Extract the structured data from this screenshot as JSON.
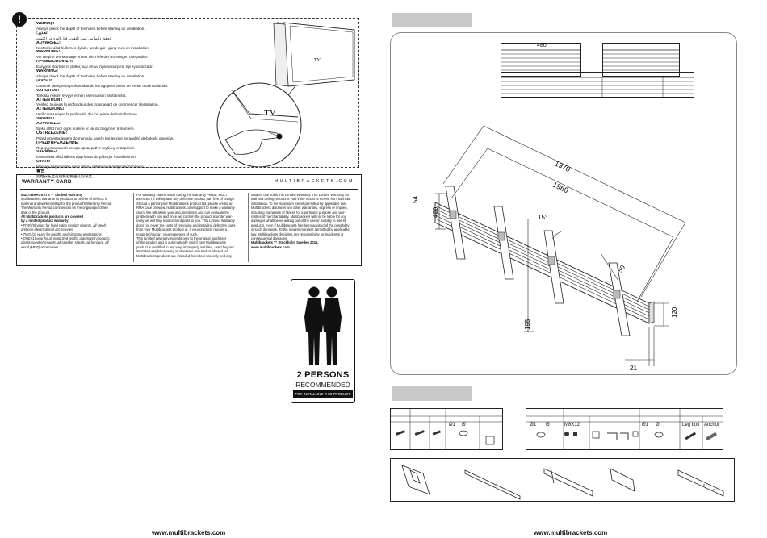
{
  "warning": {
    "badge": "!",
    "lines": [
      {
        "t": "Warning!",
        "h": true
      },
      {
        "t": "Always check the depth of the holes before starting an installation.",
        "h": false
      },
      {
        "t": "!تحذير",
        "h": true
      },
      {
        "t": "تحقق دائما من عمق الثقوب قبل البدء في التثبيت.",
        "h": false
      },
      {
        "t": "ADVARSEL!",
        "h": true
      },
      {
        "t": "Kontroller altid hullernes dybde, før du går i gang med en installation.",
        "h": false
      },
      {
        "t": "WARNUNG!",
        "h": true
      },
      {
        "t": "Vor Beginn der Montage immer die Tiefe der Bohrungen überprüfen.",
        "h": false
      },
      {
        "t": "ΠΡΟΕΙΔΟΠΟΙΗΣΗ!",
        "h": true
      },
      {
        "t": "Ελέγχετε πάντοτε το βάθος των οπών πριν ξεκινήσετε την εγκατάσταση.",
        "h": false
      },
      {
        "t": "WARNING!",
        "h": true
      },
      {
        "t": "Always check the depth of the holes before starting an installation.",
        "h": false
      },
      {
        "t": "¡AVISO!",
        "h": true
      },
      {
        "t": "Controle siempre la profundidad de los agujeros antes de iniciar una instalación.",
        "h": false
      },
      {
        "t": "VAROITUS!",
        "h": true
      },
      {
        "t": "Tarkista reikien syvyys ennen asennuksen aloittamista.",
        "h": false
      },
      {
        "t": "ATTENTION !",
        "h": true
      },
      {
        "t": "Vérifiez toujours la profondeur des trous avant de commencer l'installation.",
        "h": false
      },
      {
        "t": "ATTENZIONE!",
        "h": true
      },
      {
        "t": "Verificare sempre la profondità dei fori prima dell'installazione.",
        "h": false
      },
      {
        "t": "Varoitus!",
        "h": true
      },
      {
        "t": "",
        "h": false
      },
      {
        "t": "ADVARSEL!",
        "h": true
      },
      {
        "t": "Sjekk alltid hvor dype hullene er før du begynner å montere.",
        "h": false
      },
      {
        "t": "OSTRZEŻENIE!",
        "h": true
      },
      {
        "t": "Przed przystąpieniem do montażu należy koniecznie sprawdzić głębokość otworów.",
        "h": false
      },
      {
        "t": "ПРЕДУПРЕЖДЕНИЕ!",
        "h": true
      },
      {
        "t": "Перед установкой всегда проверяйте глубину отверстий.",
        "h": false
      },
      {
        "t": "VARNING!",
        "h": true
      },
      {
        "t": "Kontrollera alltid hålens djup innan du påbörjar installationen.",
        "h": false
      },
      {
        "t": "UYARI!",
        "h": true
      },
      {
        "t": "Montaja başlamadan önce daima deliklerin derinliğini kontrol edin.",
        "h": false
      },
      {
        "t": "警告",
        "h": true
      },
      {
        "t": "開始安裝之前請務必檢查孔的深度。",
        "h": false
      }
    ],
    "tv_label_1": "TV",
    "tv_label_2": "TV"
  },
  "warranty": {
    "title": "WARRANTY CARD",
    "site": "MULTIBRACKETS.COM",
    "col1": [
      {
        "t": "MULTIBRACKETS ™ Limited Warranty",
        "c": "b"
      },
      {
        "t": "Multibrackets warrants its products to be free of defects in",
        "c": ""
      },
      {
        "t": "material and workmanship for the product's Warranty Period.",
        "c": ""
      },
      {
        "t": "The Warranty Period commences on the original purchase",
        "c": ""
      },
      {
        "t": "date of the product.",
        "c": ""
      },
      {
        "t": " ",
        "c": ""
      },
      {
        "t": "All Multibrackets products are covered",
        "c": "b"
      },
      {
        "t": "by a limited product warranty:",
        "c": "b"
      },
      {
        "t": "• FIVE (5) years for fixed video monitor mounts, all steels",
        "c": "it"
      },
      {
        "t": "and non-electrical tool accessories",
        "c": "it"
      },
      {
        "t": "• TWO (2) years for gaslifts and sit-stand workstations",
        "c": "it"
      },
      {
        "t": "• ONE (1) year for all motorized and/or automated products,",
        "c": "it"
      },
      {
        "t": "plastic speaker mounts, all speaker stands, all furniture, all",
        "c": "it"
      },
      {
        "t": "wood (MDF) accessories",
        "c": "it"
      }
    ],
    "col2": [
      "For warranty claims made during the Warranty Period, MULTI",
      "BRACKETS will replace any defective product part free of charge.",
      "Should a part of your Multibrackets product fail, please create an",
      "RMA case on www.multibrackets.com/support to make a warranty",
      "claim. We will assist your documentation and can evaluate the",
      "problem with you and once we confirm the product is under war-",
      "ranty we will ship replacement parts to you. This Limited Warranty",
      "does not cover the costs of removing and installing defective parts",
      "from your Multibrackets product or, if your products require a",
      "repair technician, your expenses of such.",
      "     This Limited Warranty extends only to the original purchaser",
      "of the product and is automatically void if your Multibrackets",
      "product is modified in any way, improperly installed, used beyond",
      "its stated weight capacity or otherwise misused or abused. All",
      "Multibrackets products are intended for indoor use only and any"
    ],
    "col3": [
      {
        "t": "outdoor use voids this Limited Warranty. The Limited Warranty for",
        "c": ""
      },
      {
        "t": "wall and ceiling mounts is void if the mount is moved from its initial",
        "c": ""
      },
      {
        "t": "installation. To the maximum extent permitted by applicable law,",
        "c": ""
      },
      {
        "t": "Multibrackets disclaims any other warranties, express or implied,",
        "c": ""
      },
      {
        "t": "including warranties of fitness for a particular purpose and war-",
        "c": ""
      },
      {
        "t": "ranties of merchantability. Multibrackets will not be liable for any",
        "c": ""
      },
      {
        "t": "damages whatsoever arising out of the use or inability to use its",
        "c": ""
      },
      {
        "t": "products, even if Multibrackets has been advised of the possibility",
        "c": ""
      },
      {
        "t": "of such damages. To the maximum extent permitted by applicable",
        "c": ""
      },
      {
        "t": "law, Multibrackets disclaims any responsibility for incidental or",
        "c": ""
      },
      {
        "t": "consequential damages.",
        "c": ""
      },
      {
        "t": " ",
        "c": ""
      },
      {
        "t": "Multibrackets ™ Stockholm Sweden 2016.",
        "c": "b"
      },
      {
        "t": "www.multibrackets.com",
        "c": "b"
      }
    ]
  },
  "persons": {
    "big": "2 PERSONS",
    "rec": "RECOMMENDED",
    "bar": "FOR INSTALLING THIS PRODUCT."
  },
  "footer_left": "www.multibrackets.com",
  "footer_right": "www.multibrackets.com",
  "spec_table_header": "480",
  "dimensions": {
    "d54": "54",
    "d1970": "1970",
    "d1960": "1960",
    "d400": "400",
    "angle": "15°",
    "d50": "50",
    "d195": "195",
    "d120": "120",
    "d21": "21"
  },
  "kit_left": [
    "Ø1",
    "Ø"
  ],
  "kit_right": [
    "Ø1",
    "Ø",
    "M8X12",
    "Ø1",
    "Ø",
    "Leg bolt",
    "Anchor"
  ]
}
